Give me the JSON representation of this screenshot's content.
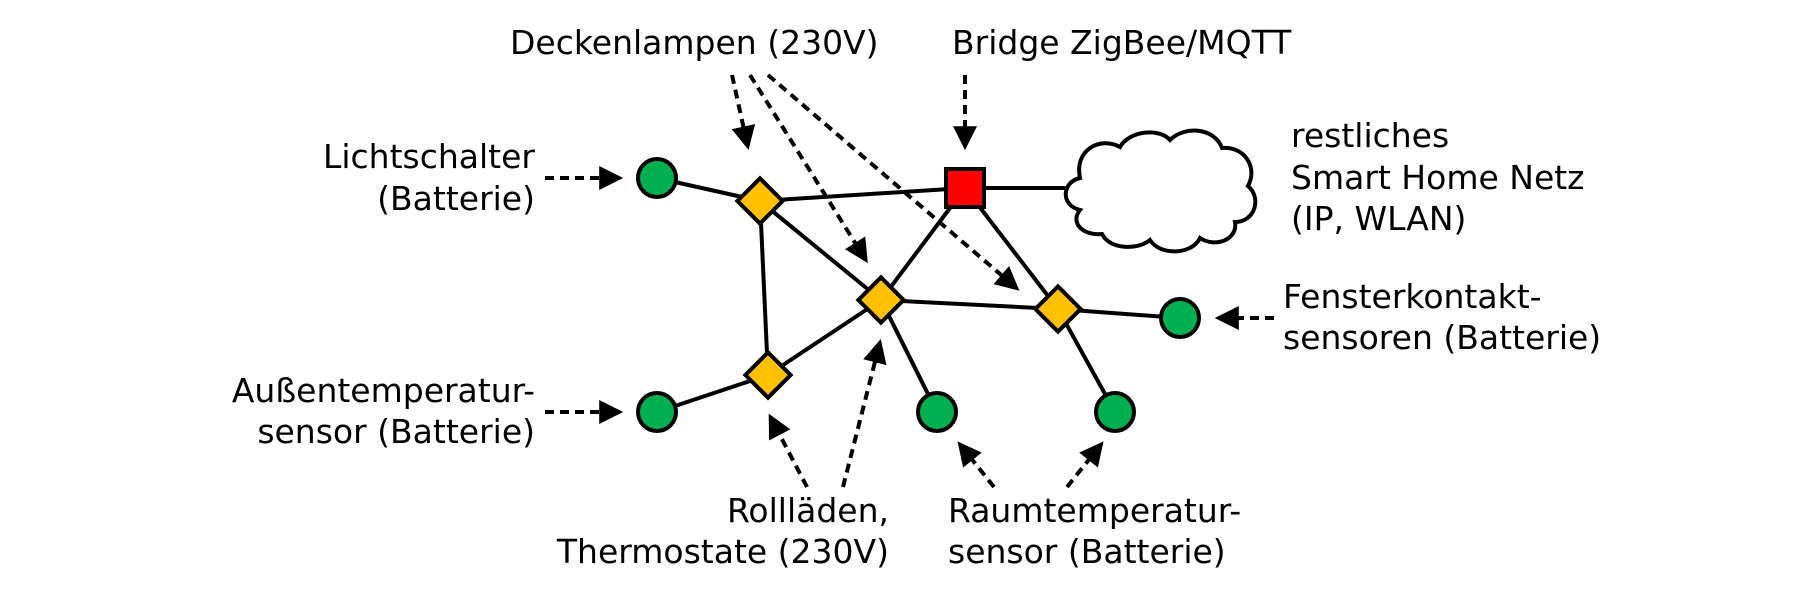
{
  "title": "ZigBee Mesh-Netz im Smart Home",
  "colors": {
    "battery_device": "#00B050",
    "mains_device": "#FFC000",
    "bridge": "#FF0000",
    "line": "#000000"
  },
  "labels": {
    "deckenlampen": "Deckenlampen (230V)",
    "bridge": "Bridge ZigBee/MQTT",
    "netz": [
      "restliches",
      "Smart Home Netz",
      "(IP, WLAN)"
    ],
    "lichtschalter": [
      "Lichtschalter",
      "(Batterie)"
    ],
    "fenster": [
      "Fensterkontakt-",
      "sensoren (Batterie)"
    ],
    "aussen": [
      "Außentemperatur-",
      "sensor (Batterie)"
    ],
    "rolllaeden": [
      "Rollläden,",
      "Thermostate (230V)"
    ],
    "raum": [
      "Raumtemperatur-",
      "sensor (Batterie)"
    ]
  },
  "nodes": [
    {
      "id": "lichtschalter",
      "type": "battery"
    },
    {
      "id": "lampe-1",
      "type": "mains"
    },
    {
      "id": "bridge",
      "type": "bridge"
    },
    {
      "id": "lampe-2",
      "type": "mains"
    },
    {
      "id": "lampe-3",
      "type": "mains"
    },
    {
      "id": "fensterkontakt",
      "type": "battery"
    },
    {
      "id": "rolllaeden",
      "type": "mains"
    },
    {
      "id": "aussentemp",
      "type": "battery"
    },
    {
      "id": "raumtemp-1",
      "type": "battery"
    },
    {
      "id": "raumtemp-2",
      "type": "battery"
    },
    {
      "id": "netz-cloud",
      "type": "cloud"
    }
  ],
  "edges": [
    [
      "lichtschalter",
      "lampe-1"
    ],
    [
      "lampe-1",
      "bridge"
    ],
    [
      "lampe-1",
      "lampe-2"
    ],
    [
      "lampe-1",
      "rolllaeden"
    ],
    [
      "bridge",
      "netz-cloud"
    ],
    [
      "bridge",
      "lampe-2"
    ],
    [
      "bridge",
      "lampe-3"
    ],
    [
      "lampe-2",
      "lampe-3"
    ],
    [
      "lampe-2",
      "rolllaeden"
    ],
    [
      "lampe-2",
      "raumtemp-1"
    ],
    [
      "lampe-3",
      "fensterkontakt"
    ],
    [
      "lampe-3",
      "raumtemp-2"
    ],
    [
      "rolllaeden",
      "aussentemp"
    ]
  ]
}
